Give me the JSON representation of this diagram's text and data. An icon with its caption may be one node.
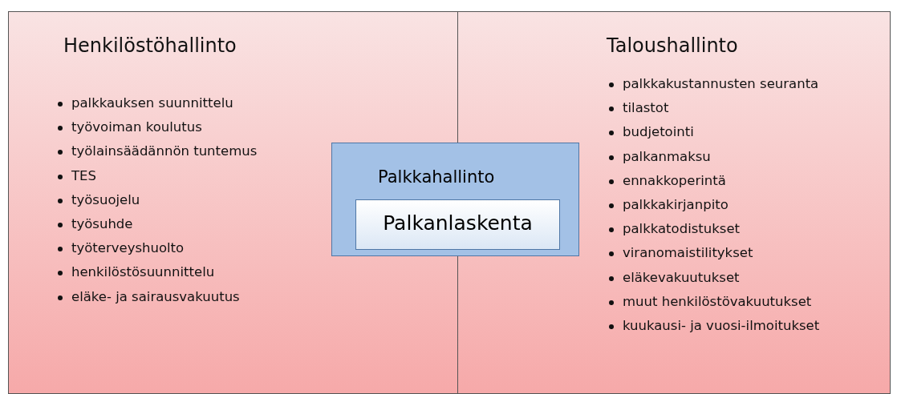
{
  "diagram": {
    "nodes": [
      {
        "text": [
          "Henkilöstöhallinto",
          "palkkauksen suunnittelu",
          "työvoiman koulutus",
          "työlainsäädännön tuntemus",
          "TES",
          "työsuojelu",
          "työsuhde",
          "työterveyshuolto",
          "henkilöstösuunnittelu",
          "eläke- ja sairausvakuutus"
        ]
      },
      {
        "text": [
          "Taloushallinto",
          "palkkakustannusten seuranta",
          "tilastot",
          "budjetointi",
          "palkanmaksu",
          "ennakkoperintä",
          "palkkakirjanpito",
          "palkkatodistukset",
          "viranomaistilitykset",
          "eläkevakuutukset",
          "muut henkilöstövakuutukset",
          "kuukausi- ja vuosi-ilmoitukset"
        ]
      },
      {
        "text": [
          "Palkkahallinto"
        ]
      },
      {
        "text": [
          "Palkanlaskenta"
        ],
        "in": 2
      }
    ]
  }
}
